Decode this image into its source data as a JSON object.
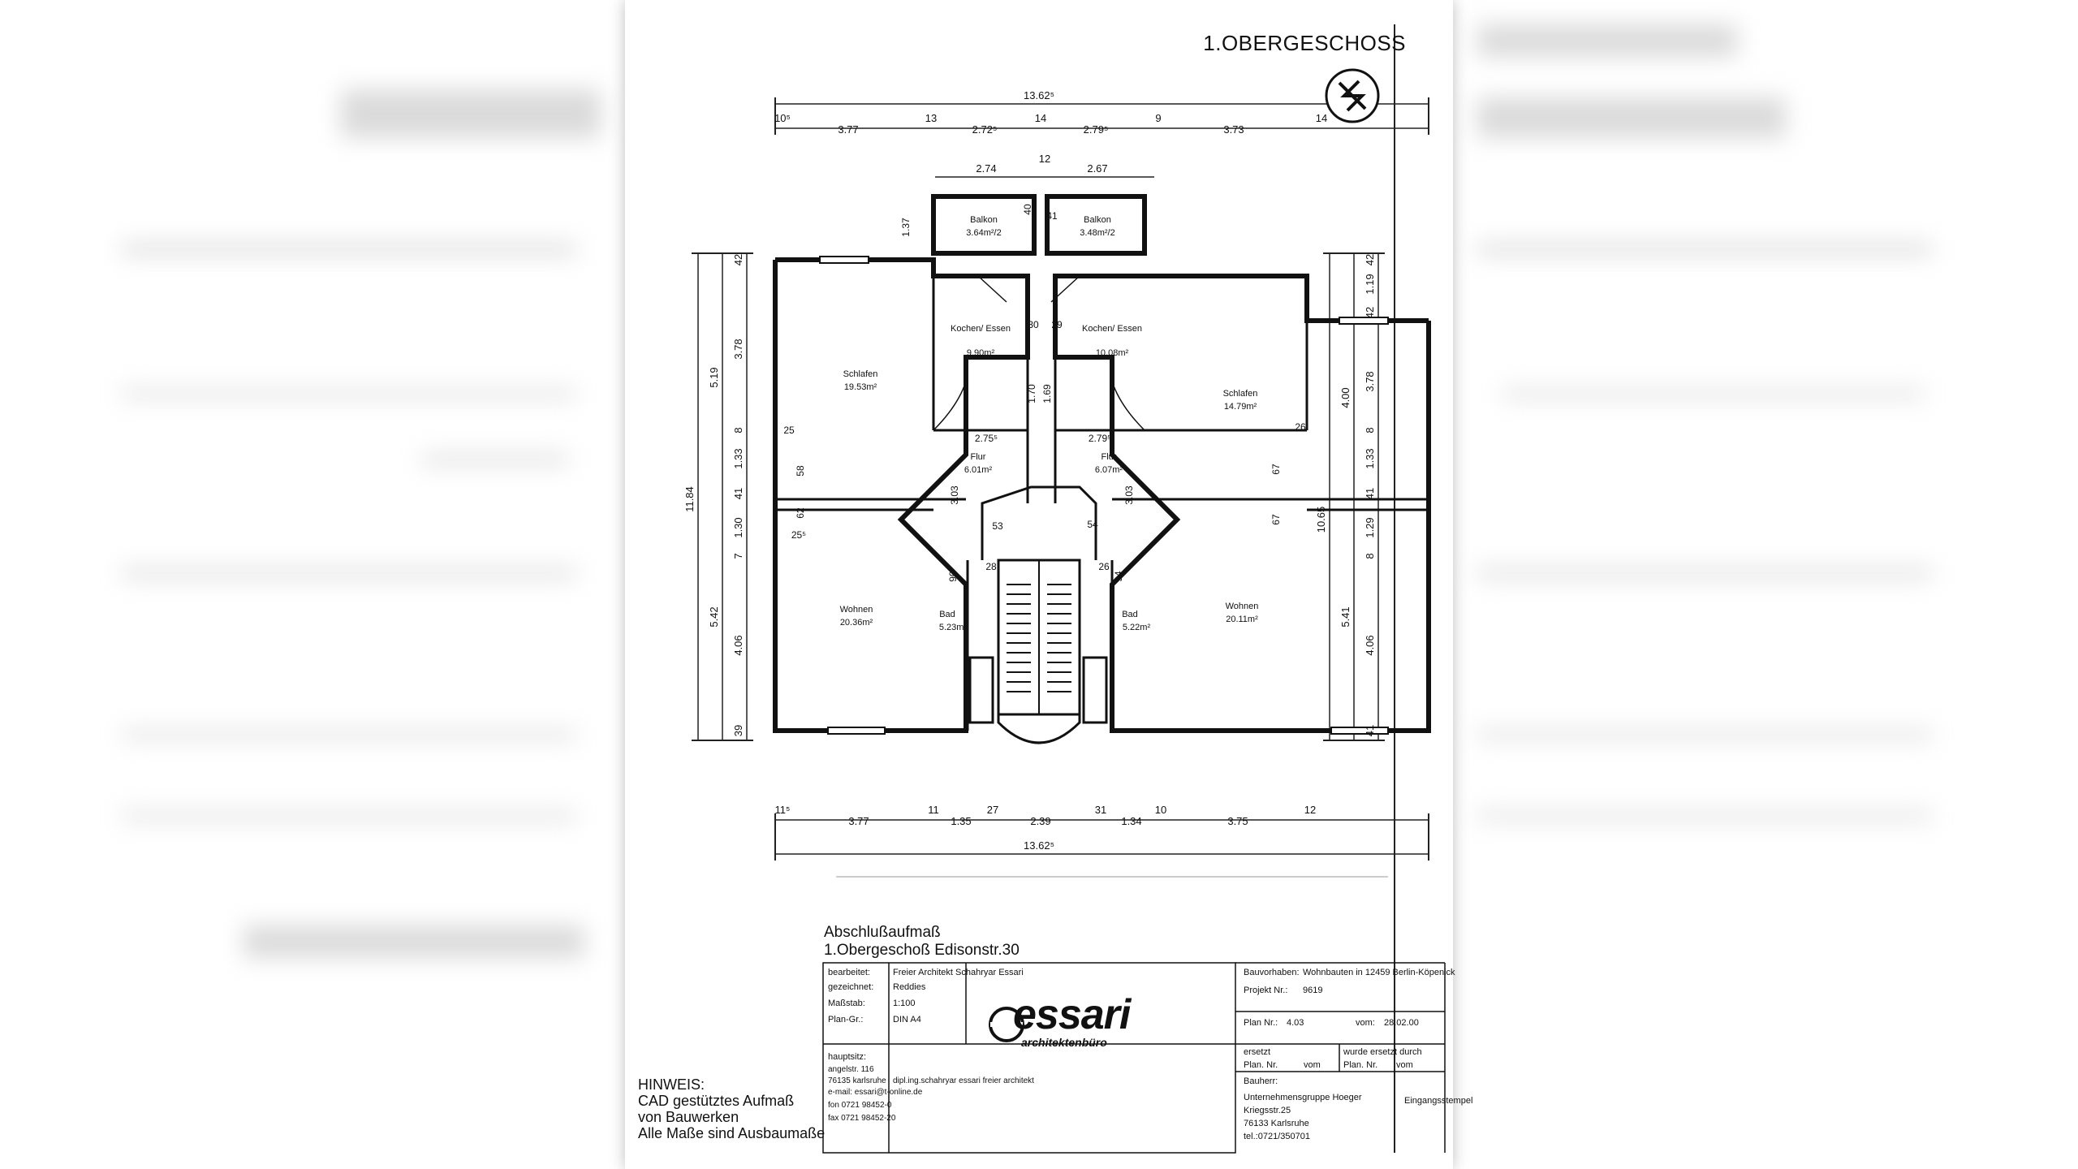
{
  "header": {
    "title": "1.OBERGESCHOSS",
    "partial_top": "EDISON..."
  },
  "dimensions": {
    "top_total": "13.62⁵",
    "top_segments": [
      "10⁵",
      "3.77",
      "13",
      "2.72⁵",
      "14",
      "2.79⁵",
      "9",
      "3.73",
      "14"
    ],
    "balcony_widths": [
      "2.74",
      "12",
      "2.67"
    ],
    "bottom_segments": [
      "11⁵",
      "3.77",
      "11",
      "1.35",
      "27",
      "2.39",
      "31",
      "1.34",
      "10",
      "3.75",
      "12"
    ],
    "bottom_total": "13.62⁵",
    "left_total": "11.84",
    "left_a": [
      "5.19",
      "5.42"
    ],
    "left_b": [
      "42",
      "3.78",
      "8",
      "1.33",
      "41",
      "1.30",
      "7",
      "4.06",
      "39"
    ],
    "right_total": "10.65",
    "right_a": [
      "4.00",
      "5.41"
    ],
    "right_b": [
      "42",
      "1.19",
      "42",
      "3.78",
      "8",
      "1.33",
      "41",
      "1.29",
      "8",
      "4.06",
      "41"
    ],
    "misc": [
      "1.37",
      "40",
      "41",
      "30",
      "29",
      "1.70",
      "1.69",
      "2.75⁵",
      "2.79⁵",
      "25",
      "26",
      "58",
      "62",
      "67",
      "67",
      "25⁵",
      "3.03",
      "3.03",
      "90",
      "28",
      "26",
      "94",
      "53",
      "54"
    ]
  },
  "rooms": [
    {
      "name": "Balkon",
      "area": "3.64m²/2"
    },
    {
      "name": "Balkon",
      "area": "3.48m²/2"
    },
    {
      "name": "Kochen/ Essen",
      "area": "9.90m²"
    },
    {
      "name": "Kochen/ Essen",
      "area": "10.08m²"
    },
    {
      "name": "Schlafen",
      "area": "19.53m²"
    },
    {
      "name": "Schlafen",
      "area": "14.79m²"
    },
    {
      "name": "Flur",
      "area": "6.01m²"
    },
    {
      "name": "Flur",
      "area": "6.07m²"
    },
    {
      "name": "Wohnen",
      "area": "20.36m²"
    },
    {
      "name": "Wohnen",
      "area": "20.11m²"
    },
    {
      "name": "Bad",
      "area": "5.23m²"
    },
    {
      "name": "Bad",
      "area": "5.22m²"
    }
  ],
  "title_block": {
    "line1": "Abschlußaufmaß",
    "line2": "1.Obergeschoß Edisonstr.30",
    "bearbeitet_label": "bearbeitet:",
    "bearbeitet": "Freier Architekt Schahryar Essari",
    "gezeichnet_label": "gezeichnet:",
    "gezeichnet": "Reddies",
    "massstab_label": "Maßstab:",
    "massstab": "1:100",
    "planGr_label": "Plan-Gr.:",
    "planGr": "DIN A4",
    "bauvorhaben_label": "Bauvorhaben:",
    "bauvorhaben": "Wohnbauten in 12459 Berlin-Köpenick",
    "projekt_label": "Projekt Nr.:",
    "projekt": "9619",
    "plannr_label": "Plan Nr.:",
    "plannr": "4.03",
    "vom_label": "vom:",
    "vom": "28.02.00",
    "ersetzt_label": "ersetzt",
    "ersetzt_durch_label": "wurde ersetzt durch",
    "plan_nr_small": "Plan. Nr.",
    "vom_small": "vom",
    "eingangsstempel": "Eingangsstempel",
    "bauherr_label": "Bauherr:",
    "bauherr1": "Unternehmensgruppe Hoeger",
    "bauherr2": "Kriegsstr.25",
    "bauherr3": "76133 Karlsruhe",
    "bauherr4": "tel.:0721/350701",
    "hauptsitz_label": "hauptsitz:",
    "firm_line": "dipl.ing.schahryar essari freier architekt",
    "addr1": "angelstr. 116",
    "addr2": "76135 karlsruhe",
    "addr3": "e-mail: essari@t-online.de",
    "addr4": "fon 0721 98452-0",
    "addr5": "fax 0721 98452-20",
    "logo": "essari",
    "logo_sub": "architektenbüro"
  },
  "hinweis": [
    "HINWEIS:",
    "CAD gestütztes Aufmaß",
    "von Bauwerken",
    "Alle Maße sind Ausbaumaße"
  ]
}
